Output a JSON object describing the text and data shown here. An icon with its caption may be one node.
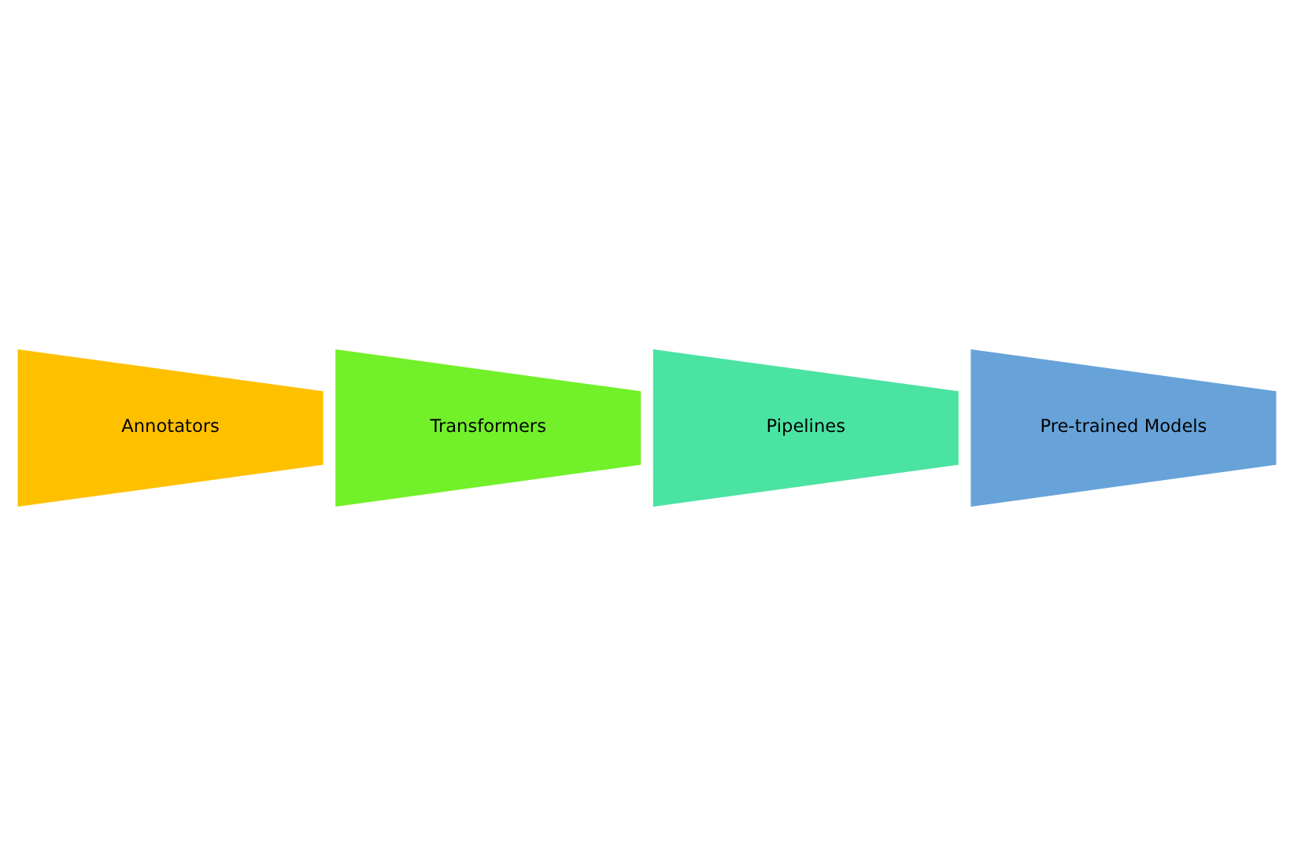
{
  "diagram": {
    "nodes": [
      {
        "text": [
          "Annotators"
        ]
      },
      {
        "text": [
          "Transformers"
        ]
      },
      {
        "text": [
          "Pipelines"
        ]
      },
      {
        "text": [
          "Pre-trained Models"
        ]
      }
    ]
  }
}
